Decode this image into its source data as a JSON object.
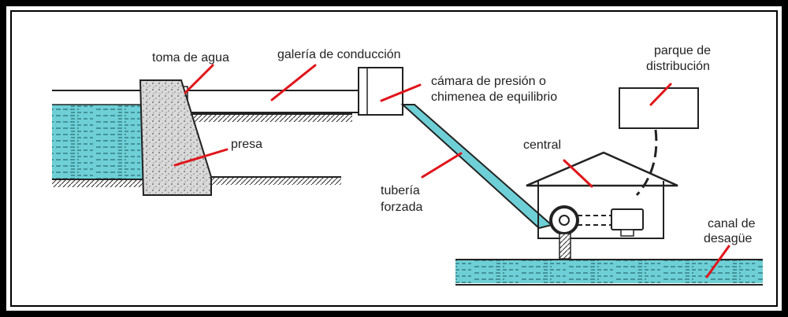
{
  "labels": {
    "toma_de_agua": "toma de agua",
    "galeria": "galería de conducción",
    "camara_line1": "cámara de presión o",
    "camara_line2": "chimenea de equilibrio",
    "parque_line1": "parque de",
    "parque_line2": "distribución",
    "presa": "presa",
    "central": "central",
    "tuberia_line1": "tubería",
    "tuberia_line2": "forzada",
    "canal_line1": "canal de",
    "canal_line2": "desagüe"
  },
  "colors": {
    "water": "#6ed0d6",
    "water_stripe": "#2a6f78",
    "leader": "#e0141a",
    "frame": "#000000",
    "ink": "#222222"
  }
}
